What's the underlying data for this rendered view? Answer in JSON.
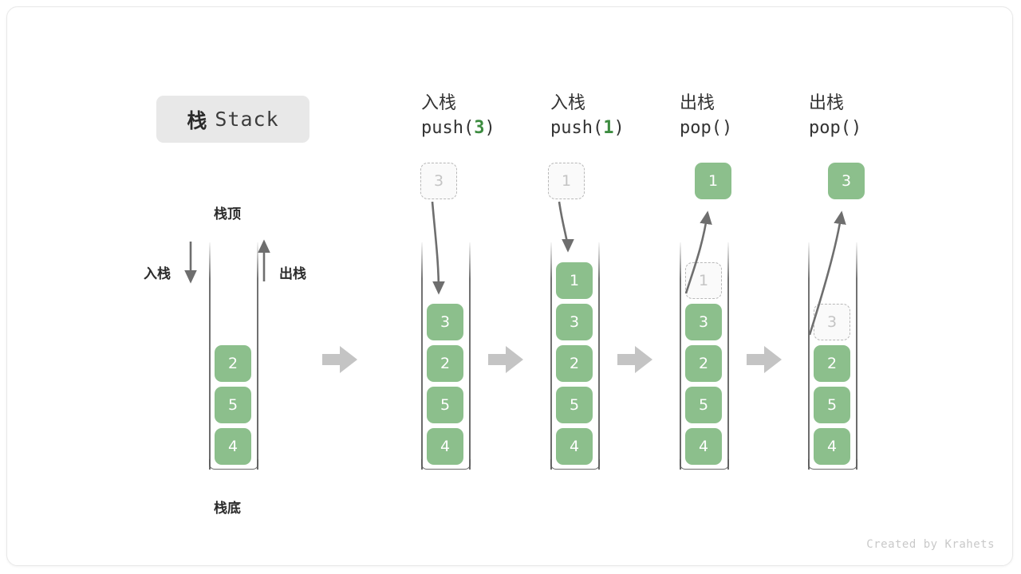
{
  "title": {
    "cn": "栈",
    "en": "Stack"
  },
  "main_stack": {
    "top_label": "栈顶",
    "bottom_label": "栈底",
    "push_label": "入栈",
    "pop_label": "出栈",
    "cells": [
      "2",
      "5",
      "4"
    ]
  },
  "steps": [
    {
      "op_cn": "入栈",
      "code_prefix": "push(",
      "code_num": "3",
      "code_suffix": ")",
      "floating": {
        "value": "3",
        "style": "ghost",
        "direction": "in"
      },
      "cells": [
        {
          "value": "3",
          "style": "solid"
        },
        {
          "value": "2",
          "style": "solid"
        },
        {
          "value": "5",
          "style": "solid"
        },
        {
          "value": "4",
          "style": "solid"
        }
      ]
    },
    {
      "op_cn": "入栈",
      "code_prefix": "push(",
      "code_num": "1",
      "code_suffix": ")",
      "floating": {
        "value": "1",
        "style": "ghost",
        "direction": "in"
      },
      "cells": [
        {
          "value": "1",
          "style": "solid"
        },
        {
          "value": "3",
          "style": "solid"
        },
        {
          "value": "2",
          "style": "solid"
        },
        {
          "value": "5",
          "style": "solid"
        },
        {
          "value": "4",
          "style": "solid"
        }
      ]
    },
    {
      "op_cn": "出栈",
      "code_prefix": "pop(",
      "code_num": "",
      "code_suffix": ")",
      "floating": {
        "value": "1",
        "style": "solid",
        "direction": "out"
      },
      "cells": [
        {
          "value": "1",
          "style": "ghost"
        },
        {
          "value": "3",
          "style": "solid"
        },
        {
          "value": "2",
          "style": "solid"
        },
        {
          "value": "5",
          "style": "solid"
        },
        {
          "value": "4",
          "style": "solid"
        }
      ]
    },
    {
      "op_cn": "出栈",
      "code_prefix": "pop(",
      "code_num": "",
      "code_suffix": ")",
      "floating": {
        "value": "3",
        "style": "solid",
        "direction": "out"
      },
      "cells": [
        {
          "value": "3",
          "style": "ghost"
        },
        {
          "value": "2",
          "style": "solid"
        },
        {
          "value": "5",
          "style": "solid"
        },
        {
          "value": "4",
          "style": "solid"
        }
      ]
    }
  ],
  "separators": [
    "block-arrow-right",
    "block-arrow-right",
    "block-arrow-right",
    "block-arrow-right"
  ],
  "footer": "Created by Krahets",
  "colors": {
    "element_green": "#8cbf8c",
    "code_green": "#3d8c40",
    "chip_gray": "#e8e8e8",
    "arrow_gray": "#6e6e6e",
    "sep_gray": "#c4c4c4",
    "ghost_border": "#b8b8b8"
  }
}
